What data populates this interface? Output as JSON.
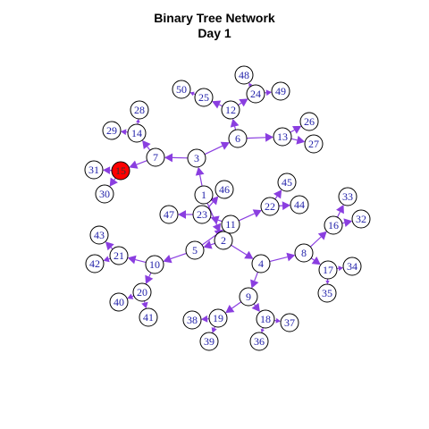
{
  "title": "Binary Tree Network",
  "subtitle": "Day 1",
  "colors": {
    "edge": "#8a3ee0",
    "node_fill": "#ffffff",
    "node_stroke": "#000000",
    "label": "#2222aa",
    "highlight_fill": "#ff0000",
    "highlight_label": "#333333"
  },
  "highlighted_node": "15",
  "nodes": [
    "1",
    "2",
    "3",
    "4",
    "5",
    "6",
    "7",
    "8",
    "9",
    "10",
    "11",
    "12",
    "13",
    "14",
    "15",
    "16",
    "17",
    "18",
    "19",
    "20",
    "21",
    "22",
    "23",
    "24",
    "25",
    "26",
    "27",
    "28",
    "29",
    "30",
    "31",
    "32",
    "33",
    "34",
    "35",
    "36",
    "37",
    "38",
    "39",
    "40",
    "41",
    "42",
    "43",
    "44",
    "45",
    "46",
    "47",
    "48",
    "49",
    "50"
  ],
  "edges": [
    {
      "from": "1",
      "to": "2"
    },
    {
      "from": "1",
      "to": "3"
    },
    {
      "from": "2",
      "to": "4"
    },
    {
      "from": "2",
      "to": "5"
    },
    {
      "from": "3",
      "to": "6"
    },
    {
      "from": "3",
      "to": "7"
    },
    {
      "from": "4",
      "to": "8"
    },
    {
      "from": "4",
      "to": "9"
    },
    {
      "from": "5",
      "to": "10"
    },
    {
      "from": "5",
      "to": "11"
    },
    {
      "from": "6",
      "to": "12"
    },
    {
      "from": "6",
      "to": "13"
    },
    {
      "from": "7",
      "to": "14"
    },
    {
      "from": "7",
      "to": "15"
    },
    {
      "from": "8",
      "to": "16"
    },
    {
      "from": "8",
      "to": "17"
    },
    {
      "from": "9",
      "to": "18"
    },
    {
      "from": "9",
      "to": "19"
    },
    {
      "from": "10",
      "to": "20"
    },
    {
      "from": "10",
      "to": "21"
    },
    {
      "from": "11",
      "to": "22"
    },
    {
      "from": "11",
      "to": "23"
    },
    {
      "from": "12",
      "to": "24"
    },
    {
      "from": "12",
      "to": "25"
    },
    {
      "from": "13",
      "to": "26"
    },
    {
      "from": "13",
      "to": "27"
    },
    {
      "from": "14",
      "to": "28"
    },
    {
      "from": "14",
      "to": "29"
    },
    {
      "from": "15",
      "to": "30"
    },
    {
      "from": "15",
      "to": "31"
    },
    {
      "from": "16",
      "to": "32"
    },
    {
      "from": "16",
      "to": "33"
    },
    {
      "from": "17",
      "to": "34"
    },
    {
      "from": "17",
      "to": "35"
    },
    {
      "from": "18",
      "to": "36"
    },
    {
      "from": "18",
      "to": "37"
    },
    {
      "from": "19",
      "to": "38"
    },
    {
      "from": "19",
      "to": "39"
    },
    {
      "from": "20",
      "to": "40"
    },
    {
      "from": "20",
      "to": "41"
    },
    {
      "from": "21",
      "to": "42"
    },
    {
      "from": "21",
      "to": "43"
    },
    {
      "from": "22",
      "to": "44"
    },
    {
      "from": "22",
      "to": "45"
    },
    {
      "from": "23",
      "to": "46"
    },
    {
      "from": "23",
      "to": "47"
    },
    {
      "from": "24",
      "to": "48"
    },
    {
      "from": "24",
      "to": "49"
    },
    {
      "from": "25",
      "to": "50"
    }
  ]
}
